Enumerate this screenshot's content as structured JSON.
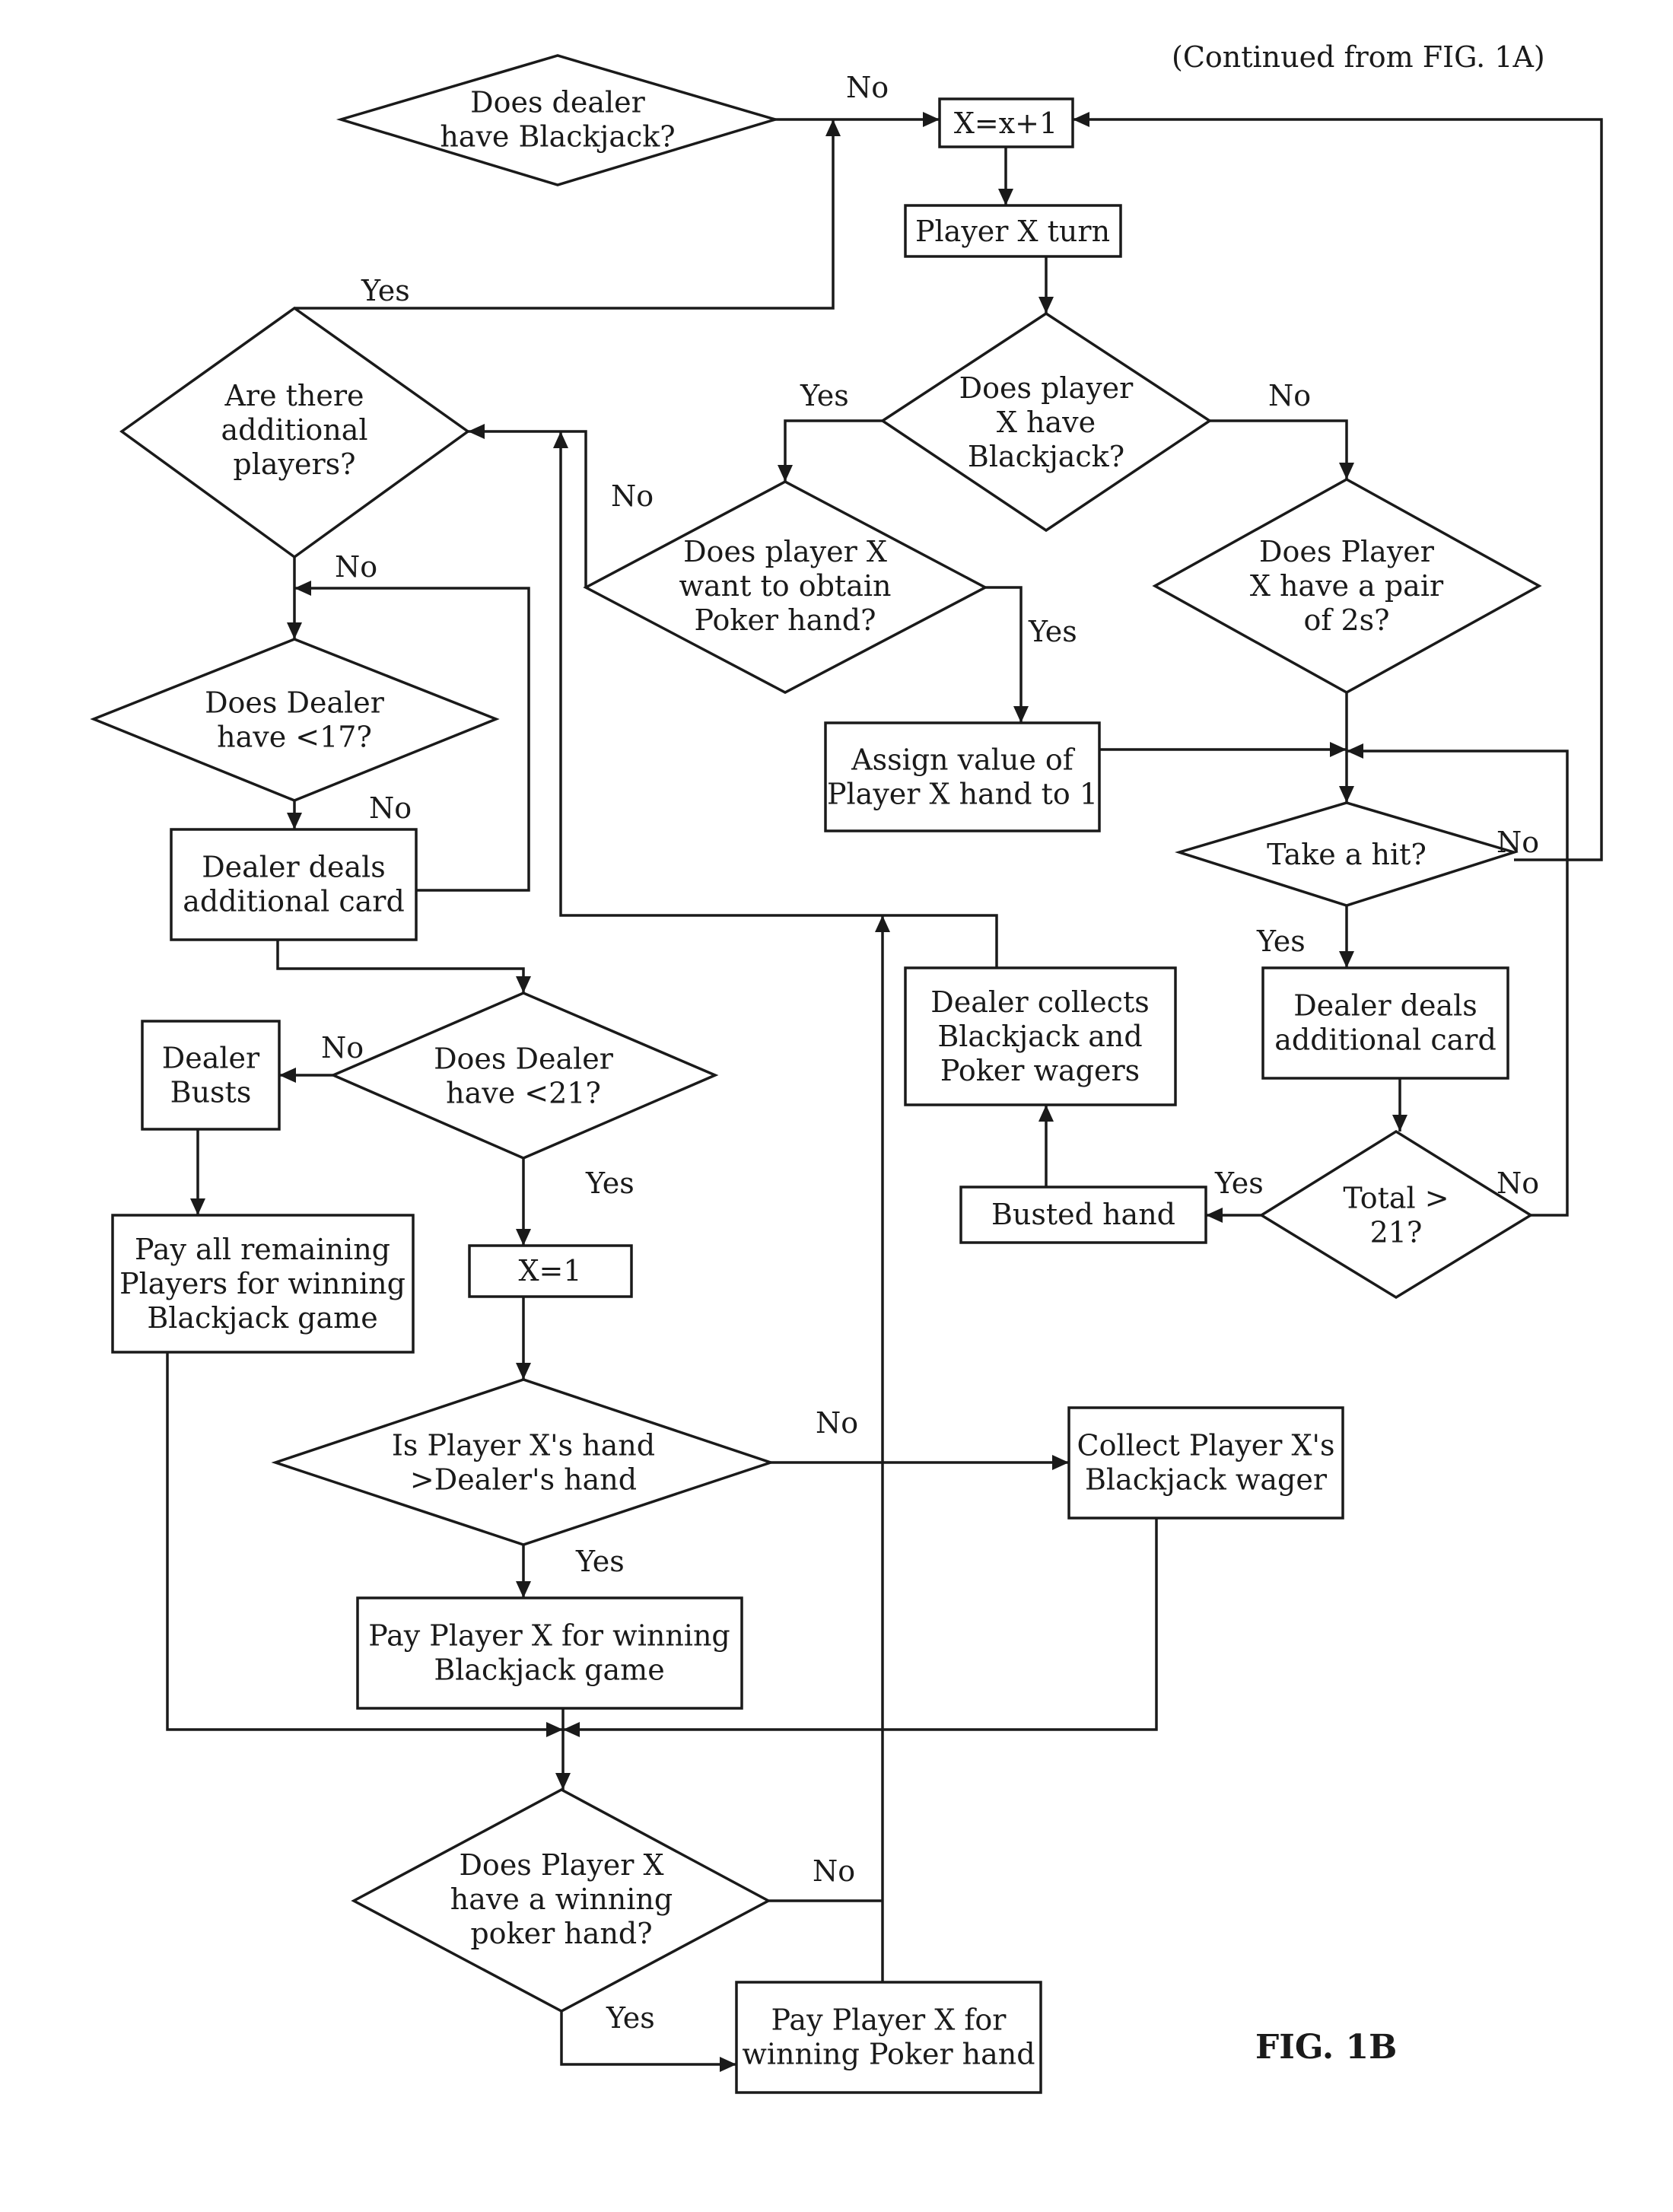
{
  "header": {
    "continued": "(Continued from FIG. 1A)"
  },
  "figure": {
    "label": "FIG. 1B"
  },
  "nodes": {
    "dealer_bj": {
      "lines": [
        "Does dealer",
        "have Blackjack?"
      ]
    },
    "x_inc": {
      "lines": [
        "X=x+1"
      ]
    },
    "player_turn": {
      "lines": [
        "Player X turn"
      ]
    },
    "player_bj": {
      "lines": [
        "Does player",
        "X have",
        "Blackjack?"
      ]
    },
    "additional": {
      "lines": [
        "Are there",
        "additional",
        "players?"
      ]
    },
    "want_poker": {
      "lines": [
        "Does player X",
        "want to obtain",
        "Poker hand?"
      ]
    },
    "pair_2s": {
      "lines": [
        "Does Player",
        "X have a pair",
        "of 2s?"
      ]
    },
    "assign_value": {
      "lines": [
        "Assign value of",
        "Player X hand to 1"
      ]
    },
    "dealer_lt17": {
      "lines": [
        "Does Dealer",
        "have <17?"
      ]
    },
    "dealer_deals_l": {
      "lines": [
        "Dealer deals",
        "additional card"
      ]
    },
    "take_hit": {
      "lines": [
        "Take a hit?"
      ]
    },
    "dealer_deals_r": {
      "lines": [
        "Dealer deals",
        "additional card"
      ]
    },
    "dealer_collects": {
      "lines": [
        "Dealer collects",
        "Blackjack and",
        "Poker wagers"
      ]
    },
    "dealer_lt21": {
      "lines": [
        "Does Dealer",
        "have <21?"
      ]
    },
    "dealer_busts": {
      "lines": [
        "Dealer",
        "Busts"
      ]
    },
    "total_gt21": {
      "lines": [
        "Total >",
        "21?"
      ]
    },
    "busted_hand": {
      "lines": [
        "Busted hand"
      ]
    },
    "pay_remaining": {
      "lines": [
        "Pay all remaining",
        "Players for winning",
        "Blackjack game"
      ]
    },
    "x_eq1": {
      "lines": [
        "X=1"
      ]
    },
    "hand_gt_dealer": {
      "lines": [
        "Is Player X's hand",
        ">Dealer's hand"
      ]
    },
    "collect_wager": {
      "lines": [
        "Collect Player X's",
        "Blackjack wager"
      ]
    },
    "pay_bj": {
      "lines": [
        "Pay Player X for winning",
        "Blackjack game"
      ]
    },
    "winning_poker": {
      "lines": [
        "Does Player X",
        "have a winning",
        "poker hand?"
      ]
    },
    "pay_poker": {
      "lines": [
        "Pay Player X for",
        "winning Poker hand"
      ]
    }
  },
  "edge_labels": {
    "dealer_bj_no": "No",
    "additional_yes": "Yes",
    "player_bj_yes": "Yes",
    "player_bj_no": "No",
    "want_poker_no": "No",
    "want_poker_yes": "Yes",
    "lt17_loop_no": "No",
    "lt17_no": "No",
    "take_hit_no": "No",
    "take_hit_yes": "Yes",
    "lt21_no": "No",
    "lt21_yes": "Yes",
    "total_yes": "Yes",
    "total_no": "No",
    "hand_no": "No",
    "hand_yes": "Yes",
    "poker_no": "No",
    "poker_yes": "Yes"
  }
}
